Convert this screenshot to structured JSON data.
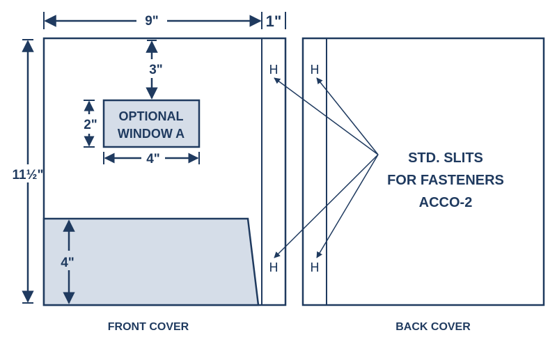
{
  "dimensions": {
    "front_width": "9\"",
    "spine_width": "1\"",
    "height": "11½\"",
    "window_top_offset": "3\"",
    "window_height": "2\"",
    "window_width": "4\"",
    "pocket_height": "4\""
  },
  "window": {
    "line1": "OPTIONAL",
    "line2": "WINDOW A"
  },
  "callout": {
    "line1": "STD. SLITS",
    "line2": "FOR FASTENERS",
    "line3": "ACCO-2"
  },
  "slit_symbol": "H",
  "captions": {
    "front": "FRONT COVER",
    "back": "BACK COVER"
  },
  "colors": {
    "line": "#1f3a5f",
    "fill": "#d5dde8"
  }
}
